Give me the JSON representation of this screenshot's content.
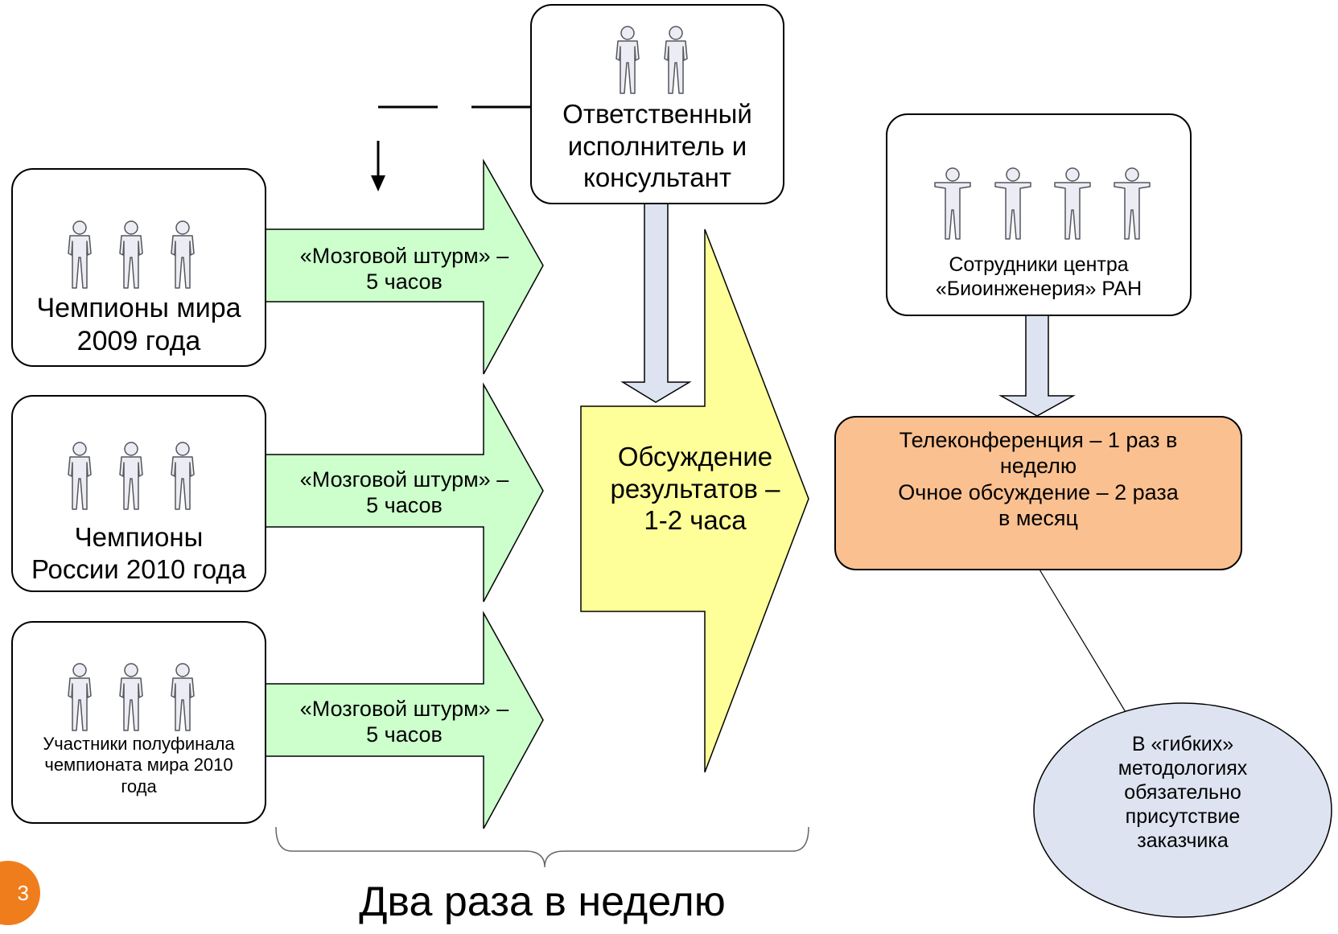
{
  "groups": [
    {
      "label_line1": "Чемпионы мира",
      "label_line2": "2009 года"
    },
    {
      "label_line1": "Чемпионы",
      "label_line2": "России 2010 года"
    },
    {
      "label_line1": "Участники полуфинала",
      "label_line2": "чемпионата мира 2010",
      "label_line3": "года"
    }
  ],
  "brainstorm": {
    "line1": "«Мозговой штурм» –",
    "line2": "5 часов"
  },
  "executor": {
    "line1": "Ответственный",
    "line2": "исполнитель и",
    "line3": "консультант"
  },
  "discussion": {
    "line1": "Обсуждение",
    "line2": "результатов –",
    "line3": "1-2 часа"
  },
  "staff": {
    "line1": "Сотрудники центра",
    "line2": "«Биоинженерия» РАН"
  },
  "conference": {
    "line1": "Телеконференция – 1 раз в",
    "line2": "неделю",
    "line3": "Очное обсуждение – 2 раза",
    "line4": "в месяц"
  },
  "note": {
    "line1": "В «гибких»",
    "line2": "методологиях",
    "line3": "обязательно",
    "line4": "присутствие",
    "line5": "заказчика"
  },
  "frequency": "Два раза в неделю",
  "page_number": "3",
  "colors": {
    "green_arrow": "#ccffcc",
    "yellow_arrow": "#ffff99",
    "blue_arrow": "#dde3f0",
    "orange_box": "#fac090",
    "note_ellipse": "#dde3f0",
    "page_badge": "#f07d1c"
  }
}
